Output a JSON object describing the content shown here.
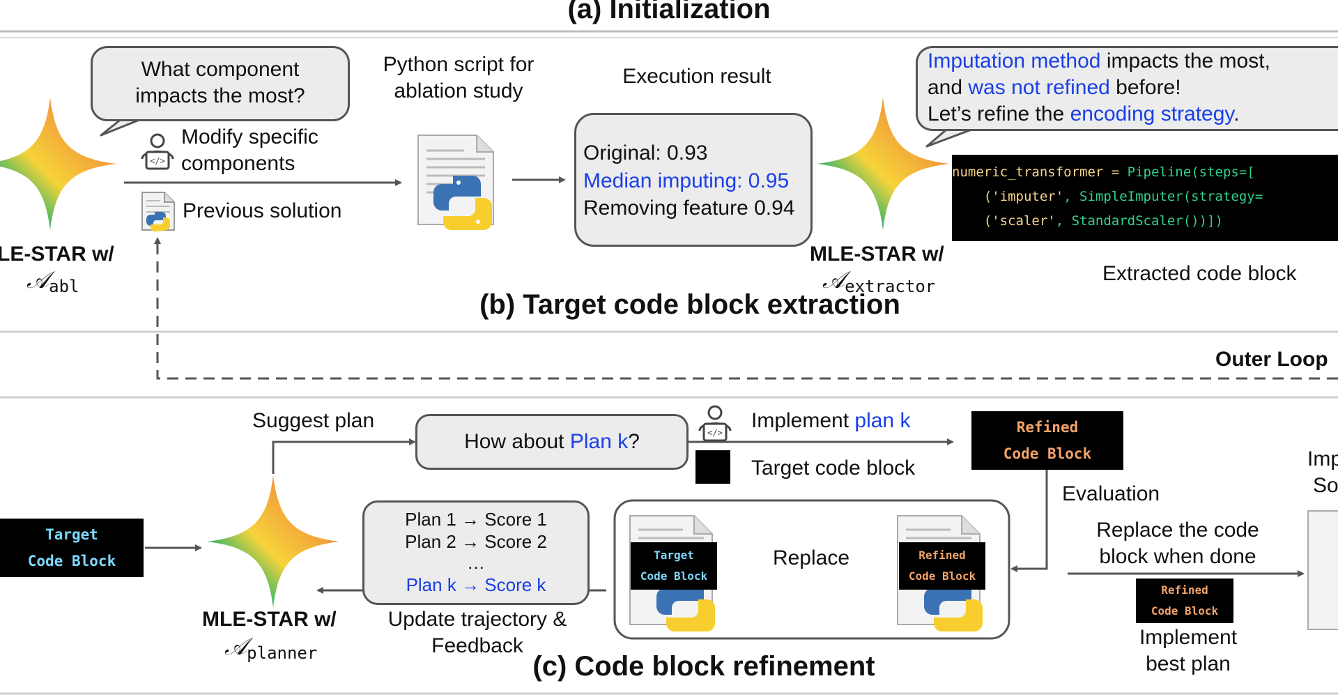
{
  "sections": {
    "a_title": "(a) Initialization",
    "b_title": "(b) Target code block extraction",
    "c_title": "(c) Code block refinement",
    "outer_loop": "Outer Loop"
  },
  "ablation": {
    "question_line1": "What component",
    "question_line2": "impacts the most?",
    "modify_line1": "Modify specific",
    "modify_line2": "components",
    "previous": "Previous solution",
    "agent_line1": "LE-STAR w/",
    "agent_sub": "abl"
  },
  "script": {
    "line1": "Python script for",
    "line2": "ablation study"
  },
  "execution": {
    "label": "Execution result",
    "row1": "Original: 0.93",
    "row2": "Median imputing: 0.95",
    "row3": "Removing feature 0.94"
  },
  "extractor": {
    "agent_line1": "MLE-STAR w/",
    "agent_sub": "extractor",
    "speech_l1_blue": "Imputation method",
    "speech_l1_rest": " impacts the most,",
    "speech_l2_pre": "and ",
    "speech_l2_blue": "was not refined",
    "speech_l2_post": " before!",
    "speech_l3_pre": "Let’s refine the ",
    "speech_l3_blue": "encoding strategy",
    "speech_l3_post": ".",
    "code_l1_a": "numeric_transformer = ",
    "code_l1_b": "Pipeline(steps=[",
    "code_l2_a": "    (",
    "code_l2_b": "'imputer'",
    "code_l2_c": ", SimpleImputer(strategy=",
    "code_l3_a": "    (",
    "code_l3_b": "'scaler'",
    "code_l3_c": ", StandardScaler())])",
    "caption": "Extracted code block"
  },
  "refinement": {
    "suggest_plan": "Suggest plan",
    "how_about_pre": "How about ",
    "how_about_blue": "Plan k",
    "how_about_post": "?",
    "implement_pre": "Implement ",
    "implement_blue": "plan k",
    "target_code_block": "Target code block",
    "refined_block_l1": "Refined",
    "refined_block_l2": "Code Block",
    "evaluation": "Evaluation",
    "target_block_l1": "Target",
    "target_block_l2": "Code Block",
    "plans": [
      "Plan 1 → Score 1",
      "Plan 2 → Score 2",
      "…",
      "Plan k → Score k"
    ],
    "update_l1": "Update trajectory &",
    "update_l2": "Feedback",
    "planner_line1": "MLE-STAR w/",
    "planner_sub": "planner",
    "replace": "Replace",
    "replace_when_l1": "Replace the code",
    "replace_when_l2": "block when done",
    "implement_best_l1": "Implement",
    "implement_best_l2": "best plan",
    "imp_partial_l1": "Imp",
    "imp_partial_l2": "So"
  },
  "colors": {
    "accent_blue": "#1a3fe6",
    "code_green": "#2fd38a",
    "block_cyan": "#7fd8ff",
    "block_orange": "#f4a36a"
  }
}
